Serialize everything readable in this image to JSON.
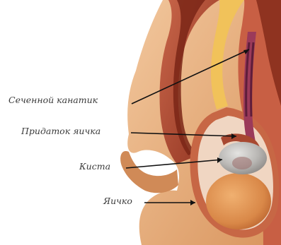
{
  "labels": {
    "cord": "Сеченной канатик",
    "epididymis": "Придаток яичка",
    "cyst": "Киста",
    "testis": "Яичко"
  },
  "colors": {
    "background": "#ffffff",
    "skin": "#e6ae78",
    "muscle_dark": "#a8432a",
    "muscle_light": "#c9664a",
    "testis": "#d98848",
    "cyst": "#b9b7b4",
    "fat": "#f1c25a",
    "leader_line": "#111111",
    "label_text": "#3a3a3a"
  }
}
